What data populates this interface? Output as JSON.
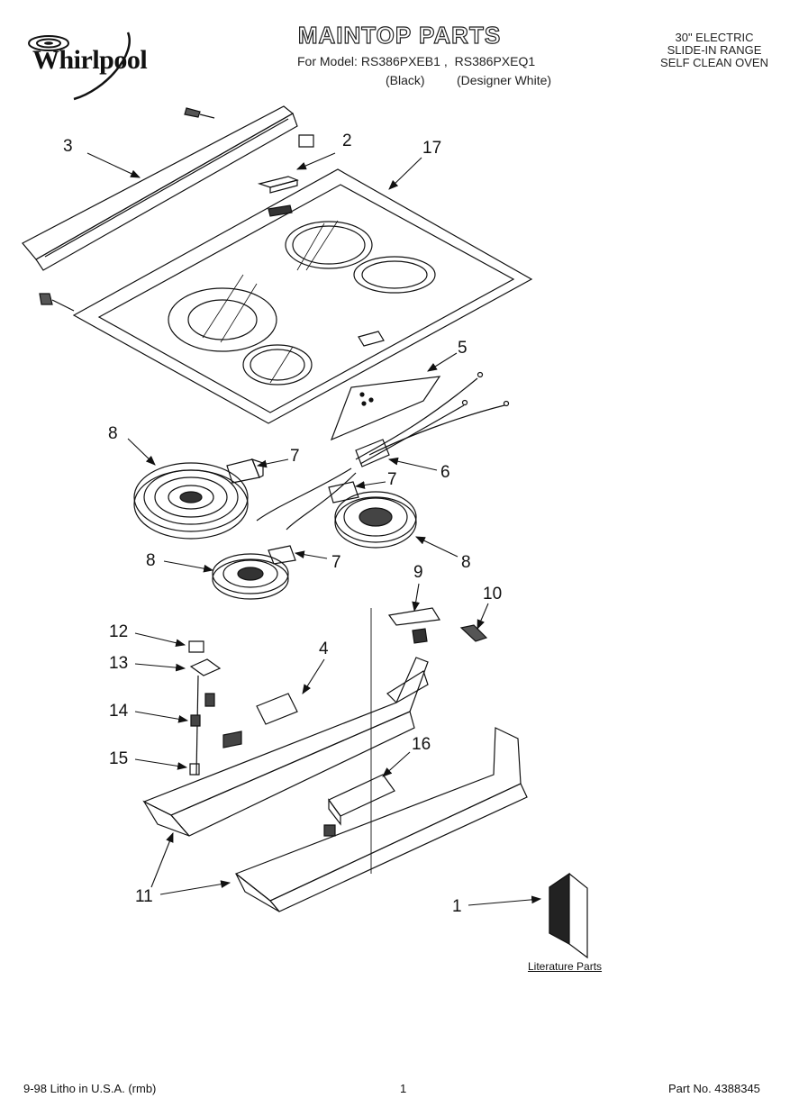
{
  "header": {
    "brand": "Whirlpool",
    "title": "MAINTOP PARTS",
    "model_prefix": "For Model:",
    "model_1": "RS386PXEB1",
    "model_separator": ",",
    "model_2": "RS386PXEQ1",
    "color_1": "(Black)",
    "color_2": "(Designer White)",
    "description": [
      "30\" ELECTRIC",
      "SLIDE-IN RANGE",
      "SELF CLEAN OVEN"
    ]
  },
  "callouts": [
    "3",
    "2",
    "17",
    "5",
    "8",
    "7",
    "6",
    "7",
    "8",
    "7",
    "8",
    "9",
    "10",
    "12",
    "4",
    "13",
    "14",
    "16",
    "15",
    "11",
    "1"
  ],
  "literature_label": "Literature Parts",
  "footer": {
    "left": "9-98 Litho in U.S.A. (rmb)",
    "page": "1",
    "part_no": "Part No. 4388345"
  }
}
